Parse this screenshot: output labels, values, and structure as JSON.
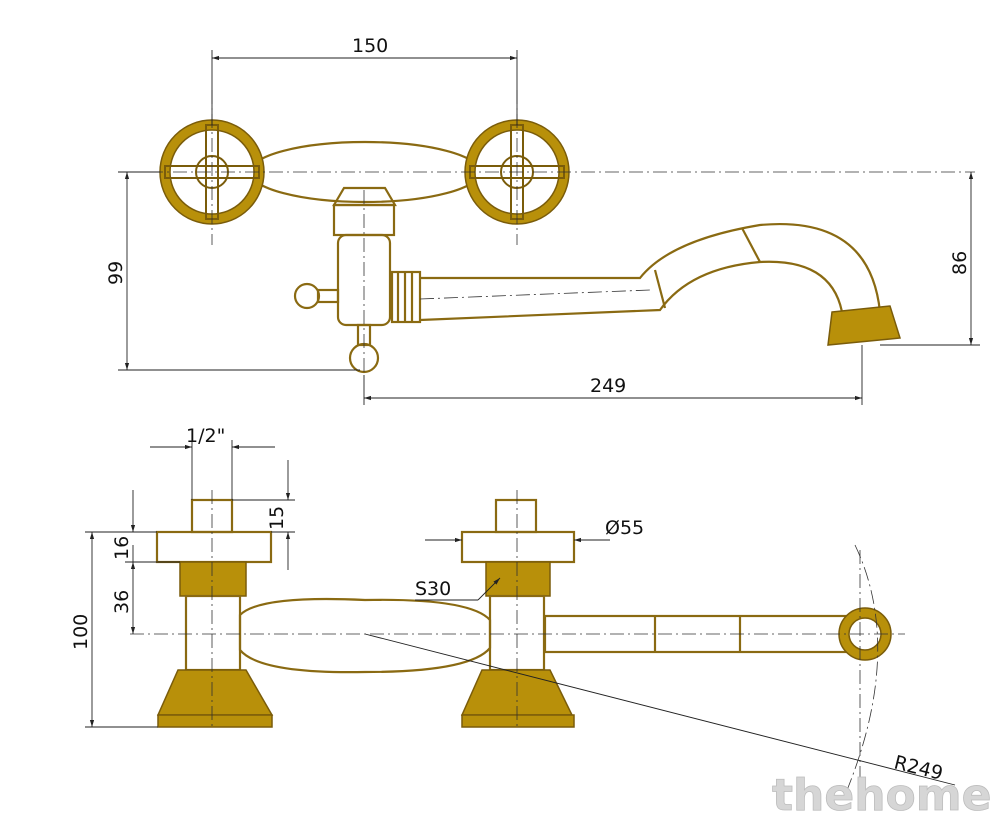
{
  "dimensions": {
    "handle_spacing": "150",
    "spout_height": "99",
    "outlet_height": "86",
    "spout_reach": "249",
    "inlet_thread": "1/2\"",
    "inlet_length": "15",
    "flange_height": "16",
    "nut_height": "36",
    "overall_height": "100",
    "flange_diameter": "Ø55",
    "nut_size": "S30",
    "swing_radius": "R249"
  },
  "watermark": "thehome",
  "colors": {
    "body": "#b8900a",
    "outline": "#7a5c0a",
    "dimension_lines": "#222222"
  }
}
